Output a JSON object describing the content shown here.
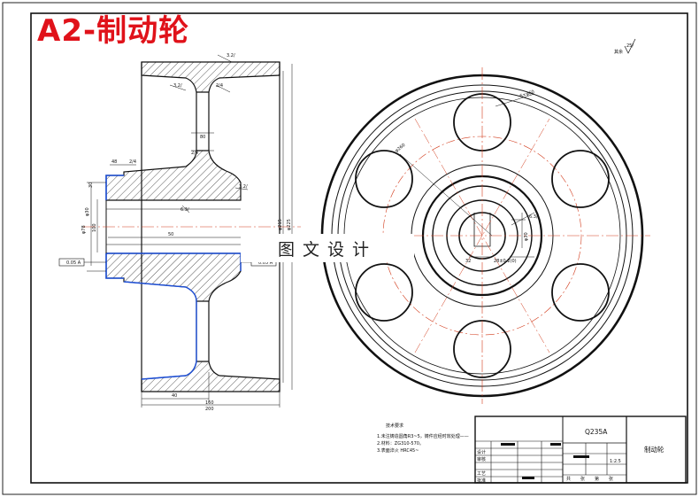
{
  "title": "A2-制动轮",
  "watermark": "图文设计",
  "section_view": {
    "dimensions": [
      "3.2/",
      "3.2/",
      "2/4",
      "2/4",
      "3.2/",
      "6.3/",
      "50",
      "48",
      "80",
      "2/4",
      "φ30",
      "100",
      "30",
      "φ78",
      "40",
      "φ215",
      "φ225",
      "160",
      "200"
    ],
    "datum_left": "0.05 A",
    "datum_right": "0.05 A",
    "datum_letter": "A"
  },
  "end_view": {
    "labels": [
      "φ260",
      "6×φ60",
      "6.3/",
      "28±0.2(0)",
      "32",
      "φ30"
    ],
    "corner_note": "其余",
    "corner_roughness": "25/"
  },
  "tech_req": {
    "heading": "技术要求",
    "lines": [
      "1.未注铸造圆角R3~5，铸件应经时效处理——",
      "2.材料：ZG310-570。",
      "3.表面淬火 HRC45~"
    ]
  },
  "title_block": {
    "material": "Q235A",
    "part_name": "制动轮",
    "scale": "1:2.5",
    "row_labels": [
      "设计",
      "审核",
      "工艺",
      "批准"
    ],
    "footer": [
      "共",
      "张",
      "第",
      "张"
    ]
  }
}
